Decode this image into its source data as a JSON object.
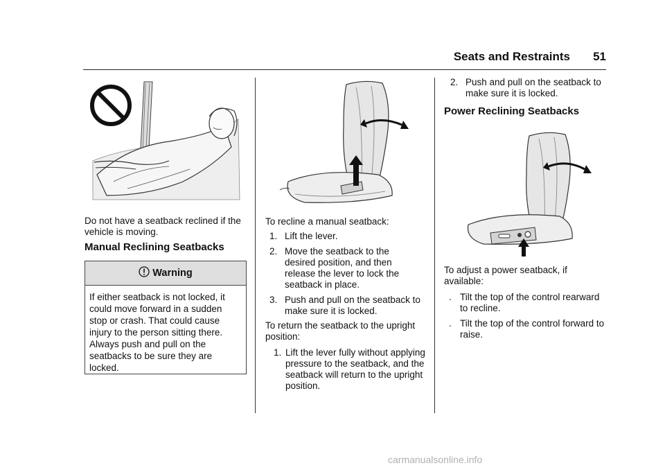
{
  "header": {
    "title": "Seats and Restraints",
    "page_number": "51"
  },
  "left": {
    "caption": "Do not have a seatback reclined if the vehicle is moving.",
    "heading": "Manual Reclining Seatbacks",
    "warning": {
      "title": "Warning",
      "body": "If either seatback is not locked, it could move forward in a sudden stop or crash. That could cause injury to the person sitting there. Always push and pull on the seatbacks to be sure they are locked."
    }
  },
  "middle": {
    "intro": "To recline a manual seatback:",
    "steps": [
      {
        "num": "1.",
        "text": "Lift the lever."
      },
      {
        "num": "2.",
        "text": "Move the seatback to the desired position, and then release the lever to lock the seatback in place."
      },
      {
        "num": "3.",
        "text": "Push and pull on the seatback to make sure it is locked."
      }
    ],
    "return_intro": "To return the seatback to the upright position:",
    "return_steps": [
      {
        "num": "1.",
        "text": "Lift the lever fully without applying pressure to the seatback, and the seatback will return to the upright position."
      }
    ]
  },
  "right": {
    "steps": [
      {
        "num": "2.",
        "text": "Push and pull on the seatback to make sure it is locked."
      }
    ],
    "heading": "Power Reclining Seatbacks",
    "intro": "To adjust a power seatback, if available:",
    "bullets": [
      {
        "bullet": ".",
        "text": "Tilt the top of the control rearward to recline."
      },
      {
        "bullet": ".",
        "text": "Tilt the top of the control forward to raise."
      }
    ]
  },
  "watermark": "carmanualsonline.info"
}
